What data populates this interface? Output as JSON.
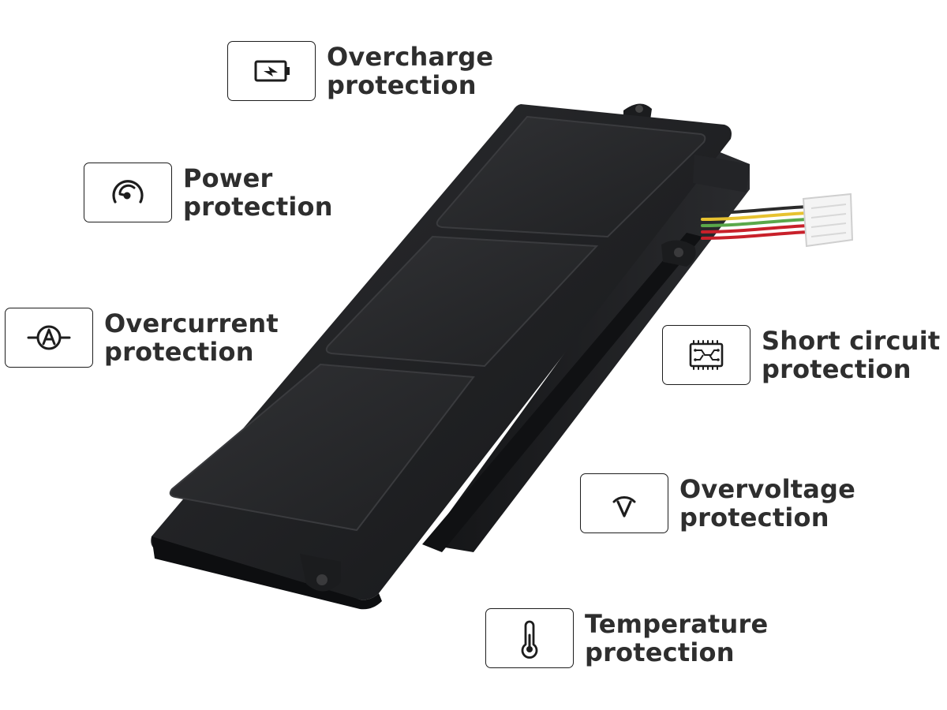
{
  "features": {
    "overcharge": {
      "line1": "Overcharge",
      "line2": "protection",
      "icon": "battery-charge-icon"
    },
    "power": {
      "line1": "Power",
      "line2": "protection",
      "icon": "gauge-icon"
    },
    "overcurrent": {
      "line1": "Overcurrent",
      "line2": "protection",
      "icon": "ammeter-icon"
    },
    "short_circuit": {
      "line1": "Short circuit",
      "line2": "protection",
      "icon": "circuit-board-icon"
    },
    "overvoltage": {
      "line1": "Overvoltage",
      "line2": "protection",
      "icon": "voltage-icon"
    },
    "temperature": {
      "line1": "Temperature",
      "line2": "protection",
      "icon": "thermometer-icon"
    }
  },
  "colors": {
    "battery_body": "#1e1f21",
    "battery_panel": "#2a2b2e",
    "cable_red": "#c8202a",
    "cable_green": "#5aa84a",
    "cable_yellow": "#e7c230",
    "connector": "#f4f4f4"
  }
}
